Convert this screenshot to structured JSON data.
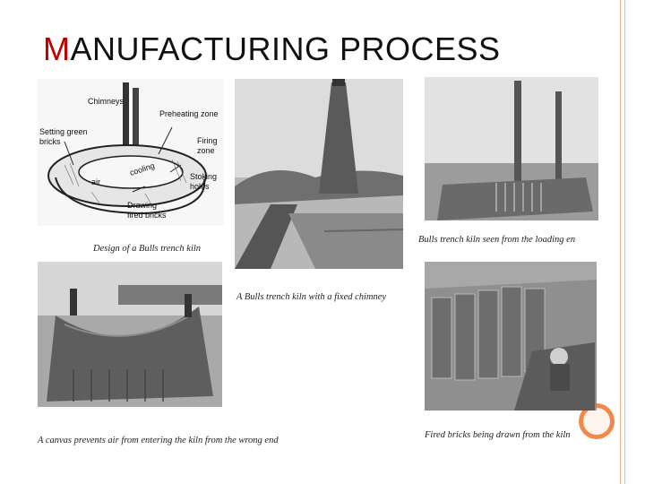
{
  "slide": {
    "title_first_letter": "M",
    "title_rest": "ANUFACTURING PROCESS",
    "accent_color": "#c00000",
    "decor_color": "#f08a4b"
  },
  "figures": {
    "diagram": {
      "caption": "Design of a Bulls trench kiln",
      "labels": {
        "chimneys": "Chimneys",
        "preheating": "Preheating zone",
        "setting": "Setting green",
        "bricks": "bricks",
        "firing": "Firing",
        "zone": "zone",
        "cooling": "cooling",
        "air": "air",
        "stoking": "Stoking",
        "holes": "holes",
        "drawing": "Drawing",
        "fired": "fired bricks"
      }
    },
    "fixed_chimney": {
      "caption": "A Bulls trench kiln with a fixed chimney"
    },
    "loading_end": {
      "caption": "Bulls trench kiln seen from the loading en"
    },
    "canvas": {
      "caption": "A canvas prevents air from entering the kiln from the wrong end"
    },
    "fired_bricks": {
      "caption": "Fired bricks being drawn from the kiln"
    }
  }
}
